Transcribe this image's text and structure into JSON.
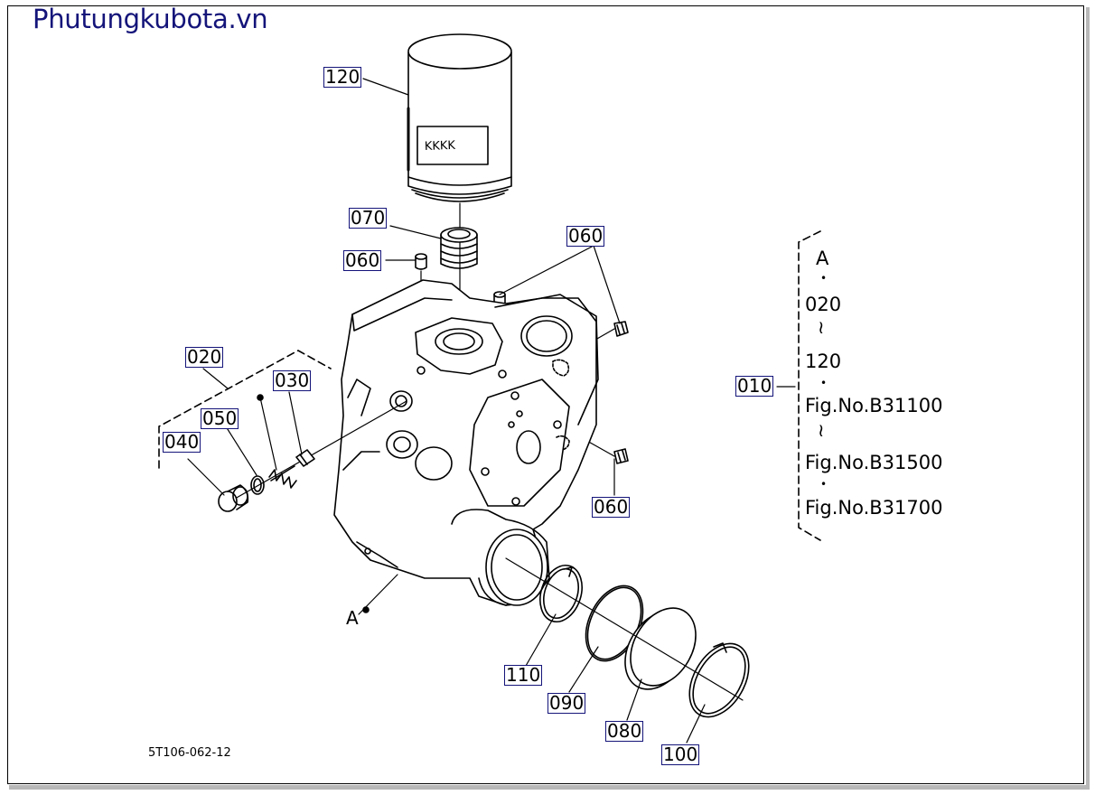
{
  "watermark": "Phutungkubota.vn",
  "diagram_code": "5T106-062-12",
  "callouts": {
    "p120": "120",
    "p070": "070",
    "p060_a": "060",
    "p060_b": "060",
    "p060_c": "060",
    "p020": "020",
    "p030": "030",
    "p050": "050",
    "p040": "040",
    "p010": "010",
    "p110": "110",
    "p090": "090",
    "p080": "080",
    "p100": "100"
  },
  "ref_point_label": "A",
  "bracket_note": {
    "line1": "A",
    "line2": "020",
    "line3": "120",
    "line4": "Fig.No.B31100",
    "line5": "Fig.No.B31500",
    "line6": "Fig.No.B31700",
    "dot": "•",
    "tilde": "≀"
  },
  "colors": {
    "watermark": "#14147a",
    "label_box_border": "#14147a",
    "line": "#000000"
  }
}
